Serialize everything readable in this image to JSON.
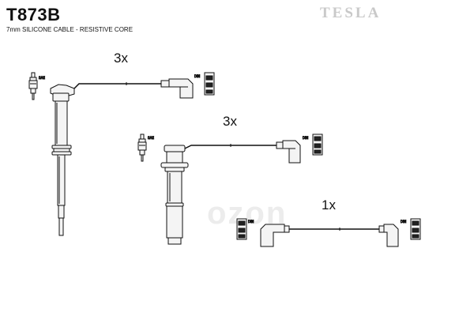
{
  "header": {
    "part_number": "T873B",
    "description": "7mm SILICONE CABLE - RESISTIVE CORE",
    "brand": "TESLA"
  },
  "watermark": "ozon",
  "cable_sets": [
    {
      "quantity_label": "3x",
      "end_labels": [
        "SAE",
        "DIN"
      ]
    },
    {
      "quantity_label": "3x",
      "end_labels": [
        "SAE",
        "DIN"
      ]
    },
    {
      "quantity_label": "1x",
      "end_labels": [
        "DIN",
        "DIN"
      ]
    }
  ],
  "colors": {
    "line": "#111111",
    "fill": "#f4f4f4",
    "watermark": "#ececec",
    "brand": "#c9c9c9"
  }
}
